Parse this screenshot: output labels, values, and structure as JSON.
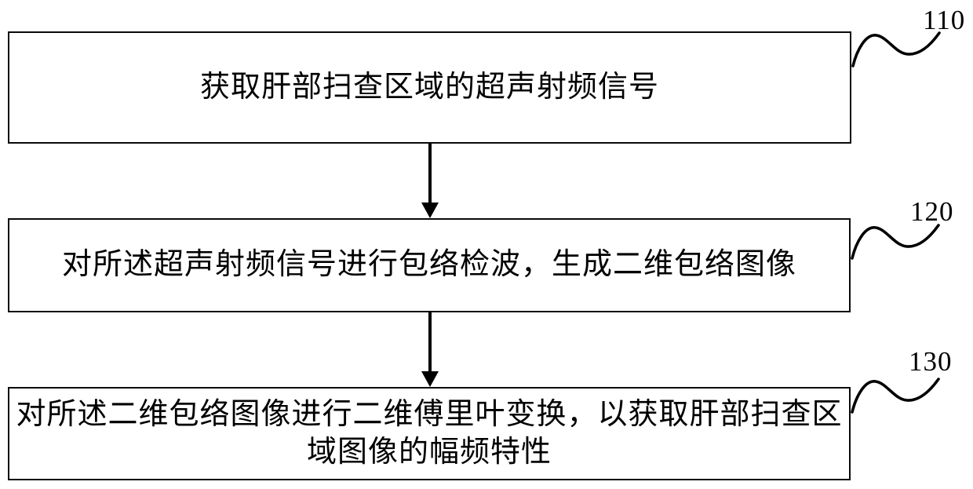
{
  "figure": {
    "type": "flowchart",
    "background_color": "#ffffff",
    "line_color": "#000000",
    "steps": [
      {
        "ref": "110",
        "lines": [
          "获取肝部扫查区域的超声射频信号"
        ]
      },
      {
        "ref": "120",
        "lines": [
          "对所述超声射频信号进行包络检波，生成二维包络图像"
        ]
      },
      {
        "ref": "130",
        "lines": [
          "对所述二维包络图像进行二维傅里叶变换，以获取肝部扫查区",
          "域图像的幅频特性"
        ]
      }
    ]
  }
}
